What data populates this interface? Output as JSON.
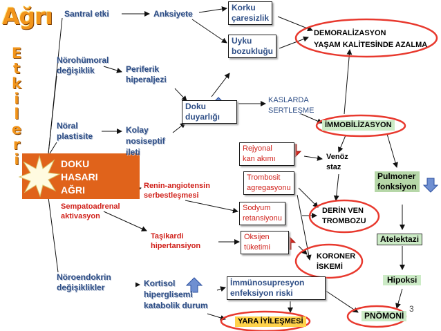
{
  "title": "Ağrı",
  "side_title_letters": [
    "E",
    "t",
    "k",
    "i",
    "l",
    "e",
    "r",
    "i"
  ],
  "source": {
    "line1": "DOKU",
    "line2": "HASARI",
    "line3": "AĞRI"
  },
  "nodes": {
    "santral": "Santral etki",
    "anksiyete": "Anksiyete",
    "korku": [
      "Korku",
      "çaresizlik"
    ],
    "uyku": [
      "Uyku",
      "bozukluğu"
    ],
    "demoralizasyon": "DEMORALİZASYON",
    "yasam": "YAŞAM KALİTESİNDE AZALMA",
    "norohumoral": [
      "Nörohümoral",
      "değişiklik"
    ],
    "periferik": [
      "Periferik",
      "hiperaljezi"
    ],
    "doku_duyarligi": [
      "Doku",
      "duyarlığı"
    ],
    "kaslarda": [
      "KASLARDA",
      "SERTLEŞME"
    ],
    "immobilizasyon": "İMMOBİLİZASYON",
    "noral": [
      "Nöral",
      "plastisite"
    ],
    "kolay": [
      "Kolay",
      "nosiseptif",
      "ileti"
    ],
    "rejyonal": [
      "Rejyonal",
      "kan akımı"
    ],
    "venoz": [
      "Venöz",
      "staz"
    ],
    "pulmoner": [
      "Pulmoner",
      "fonksiyon"
    ],
    "renin": [
      "Renin-angiotensin",
      "serbestleşmesi"
    ],
    "trombosit": [
      "Trombosit",
      "agregasyonu"
    ],
    "sempato": [
      "Sempatoadrenal",
      "aktivasyon"
    ],
    "sodyum": [
      "Sodyum",
      "retansiyonu"
    ],
    "derin_ven": [
      "DERİN VEN",
      "TROMBOZU"
    ],
    "tasikardi": [
      "Taşikardi",
      "hipertansiyon"
    ],
    "oksijen": [
      "Oksijen",
      "tüketimi"
    ],
    "atelektazi": "Atelektazi",
    "koroner": [
      "KORONER",
      "İSKEMİ"
    ],
    "noroendokrin": [
      "Nöroendokrin",
      "değişiklikler"
    ],
    "kortisol": [
      "Kortisol",
      "hiperglisemi",
      "katabolik durum"
    ],
    "immunosup": [
      "İmmünosupresyon",
      "enfeksiyon riski"
    ],
    "hipoksi": "Hipoksi",
    "yara": "YARA İYİLEŞMESİ",
    "pnomoni": "PNÖMONİ"
  },
  "slide_number": "3",
  "colors": {
    "orange": "#f2951b",
    "node_blue": "#2e4e86",
    "ellipse_red": "#e8392e",
    "arrow_up_blue": "#6f8fd1",
    "arrow_down_red": "#d9271d",
    "pulmoner_green": "#b6d7a8",
    "immobil_green": "#ccebc6"
  }
}
